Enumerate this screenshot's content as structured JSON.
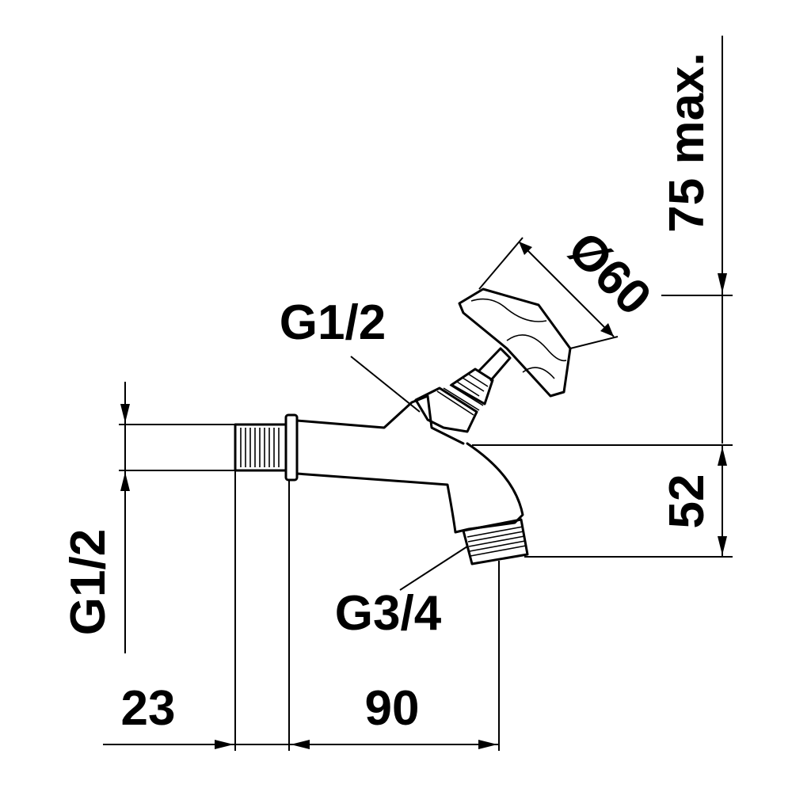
{
  "labels": {
    "inlet_thread": "G1/2",
    "valve_thread": "G1/2",
    "outlet_thread": "G3/4",
    "handle_diameter": "Ø60",
    "height_max": "75 max.",
    "outlet_height": "52",
    "inlet_length": "23",
    "projection": "90"
  }
}
